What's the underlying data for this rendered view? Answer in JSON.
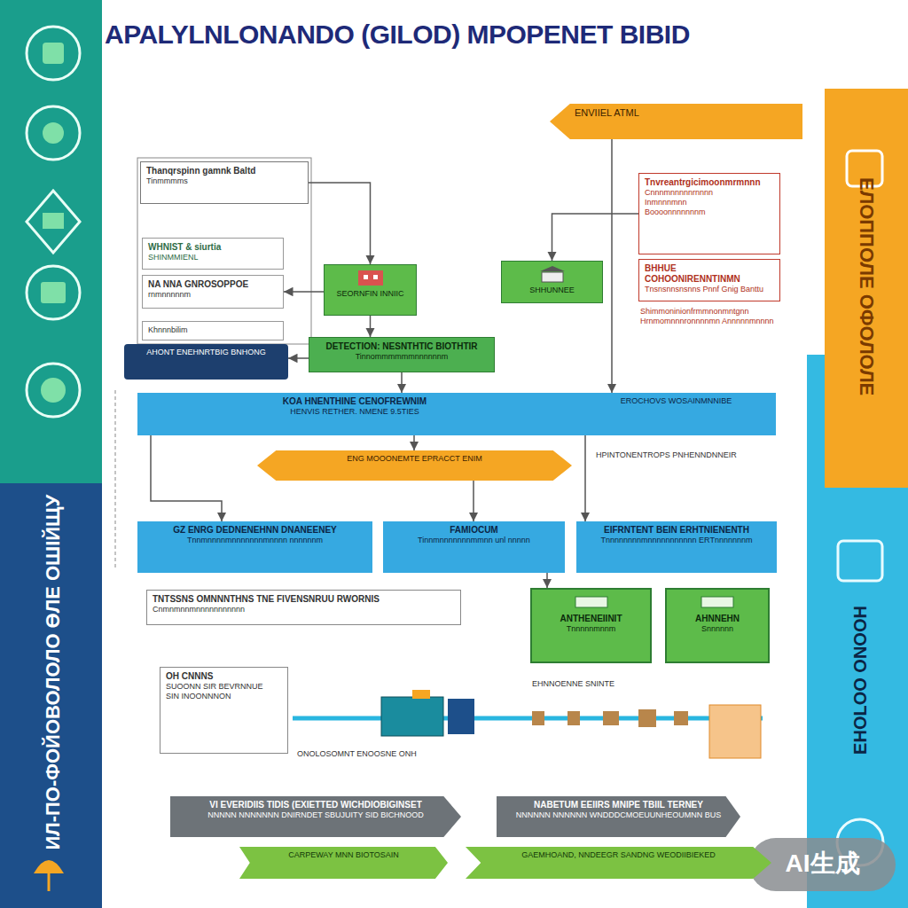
{
  "diagram": {
    "title": "APALYLNLONANDO (GILOD) MPOPENET BIBID",
    "nodes": [
      {
        "text": [
          "ENVIIEL ATML"
        ]
      },
      {
        "text": [
          "Thanqrspinn gamnk Baltd",
          "Tinmmmms"
        ]
      },
      {
        "text": [
          "WHNIST & siurtia",
          "SHINMMIENL"
        ]
      },
      {
        "text": [
          "NA NNA GNROSOPPOE",
          "rnmnnnnnm"
        ]
      },
      {
        "text": [
          "Khnnnbilim"
        ]
      },
      {
        "text": [
          "SEORNFIN INNIIC"
        ]
      },
      {
        "text": [
          "SHHUNNEE"
        ]
      },
      {
        "text": [
          "Tnvreantrgicimoonmrmnnn",
          "Cnnnmnnnnnrnnnn",
          "Inmnnnmnn",
          "Boooonnnnnnnm"
        ]
      },
      {
        "text": [
          "BHHUE COHOONIRENNTINMN",
          "Tnsnsnnsnsnns Pnnf Gnig Banttu"
        ]
      },
      {
        "text": [
          "AHONT ENEHNRTBIG BNHONG"
        ]
      },
      {
        "text": [
          "DETECTION: NESNTHTIC BIOTHTIR",
          "Tinnommmmmmnnnnnnm"
        ]
      },
      {
        "text": [
          "KOA HNENTHINE CENOFREWNIM",
          "HENVIS RETHER. NMENE 9.5TIES"
        ]
      },
      {
        "text": [
          "EROCHOVS WOSAINMNNIBE"
        ],
        "in": 11
      },
      {
        "text": [
          "ENG MOOONEMTE EPRACCT ENIM"
        ]
      },
      {
        "text": [
          "GZ ENRG DEDNENEHNN DNANEENEY",
          "Tnnmnnnnmnnnnnnnmnnnn nnnnnnm"
        ]
      },
      {
        "text": [
          "FAMIOCUM",
          "Tinnmnnnnnnnmmnn unl nnnnn"
        ]
      },
      {
        "text": [
          "EIFRNTENT BEIN ERHTNIENENTH",
          "Tnnnnnnnnmnnnnnnnnnnn ERTnnnnnnnm"
        ]
      },
      {
        "text": [
          "TNTSSNS OMNNNTHNS TNE FIVENSNRUU RWORNIS",
          "Cnmnmnnmnnnnnnnnnnn"
        ]
      },
      {
        "text": [
          "ANTHENEIINIT",
          "Tnnnnnmnnm"
        ]
      },
      {
        "text": [
          "AHNNEHN",
          "Snnnnnn"
        ]
      },
      {
        "text": [
          "OH CNNNS",
          "SUOONN SIR BEVRNNUE",
          "SIN INOONNNON"
        ]
      },
      {
        "text": [
          "VI EVERIDIIS TIDIS (EXIETTED WICHDIOBIGINSET",
          "NNNNN NNNNNNN DNIRNDET SBUJUITY SID BICHNOOD"
        ]
      },
      {
        "text": [
          "NABETUM EEIIRS MNIPE TBIIL TERNEY",
          "NNNNNN NNNNNN WNDDDCMOEUUNHEOUMNN BUS"
        ]
      },
      {
        "text": [
          "CARPEWAY MNN BIOTOSAIN"
        ]
      },
      {
        "text": [
          "GAEMHOAND, NNDEEGR SANDNG WEODIIBIEKED"
        ]
      }
    ],
    "edges": [
      {
        "from": 1,
        "to": 5,
        "arrow": "to"
      },
      {
        "from": 0,
        "to": 11,
        "arrow": "to"
      },
      {
        "from": 7,
        "to": 6,
        "arrow": "to"
      },
      {
        "from": 5,
        "to": 3,
        "arrow": "to"
      },
      {
        "from": 10,
        "to": 9,
        "arrow": "to"
      },
      {
        "from": 5,
        "to": 10,
        "arrow": "to"
      },
      {
        "from": 10,
        "to": 11,
        "arrow": "to"
      },
      {
        "from": 11,
        "to": 13,
        "arrow": "to"
      },
      {
        "from": 11,
        "to": 14,
        "arrow": "to"
      },
      {
        "from": 13,
        "to": 15,
        "arrow": "to"
      },
      {
        "from": 11,
        "to": 16,
        "arrow": "to"
      },
      {
        "from": 15,
        "to": 18,
        "arrow": "to"
      }
    ],
    "labels": [
      "Shimmoninionfrmmnonmntgnn Hrnmomnnnronnnnmn Annnnnmnnnn",
      "HPINTONENTROPS PNHENNDNNEIR",
      "ИЛ-ПО-ФОЙОВОЛОЛО ӨЛЕ ОШІЙЩУ",
      "ЕЛОППОЛЕ ОФОЛОЛЕ",
      "EHOLOO ONOOH",
      "ONOLOSOMNT ENOOSNE ONH",
      "EHNNOENNE SNINTE",
      "AI生成"
    ]
  }
}
